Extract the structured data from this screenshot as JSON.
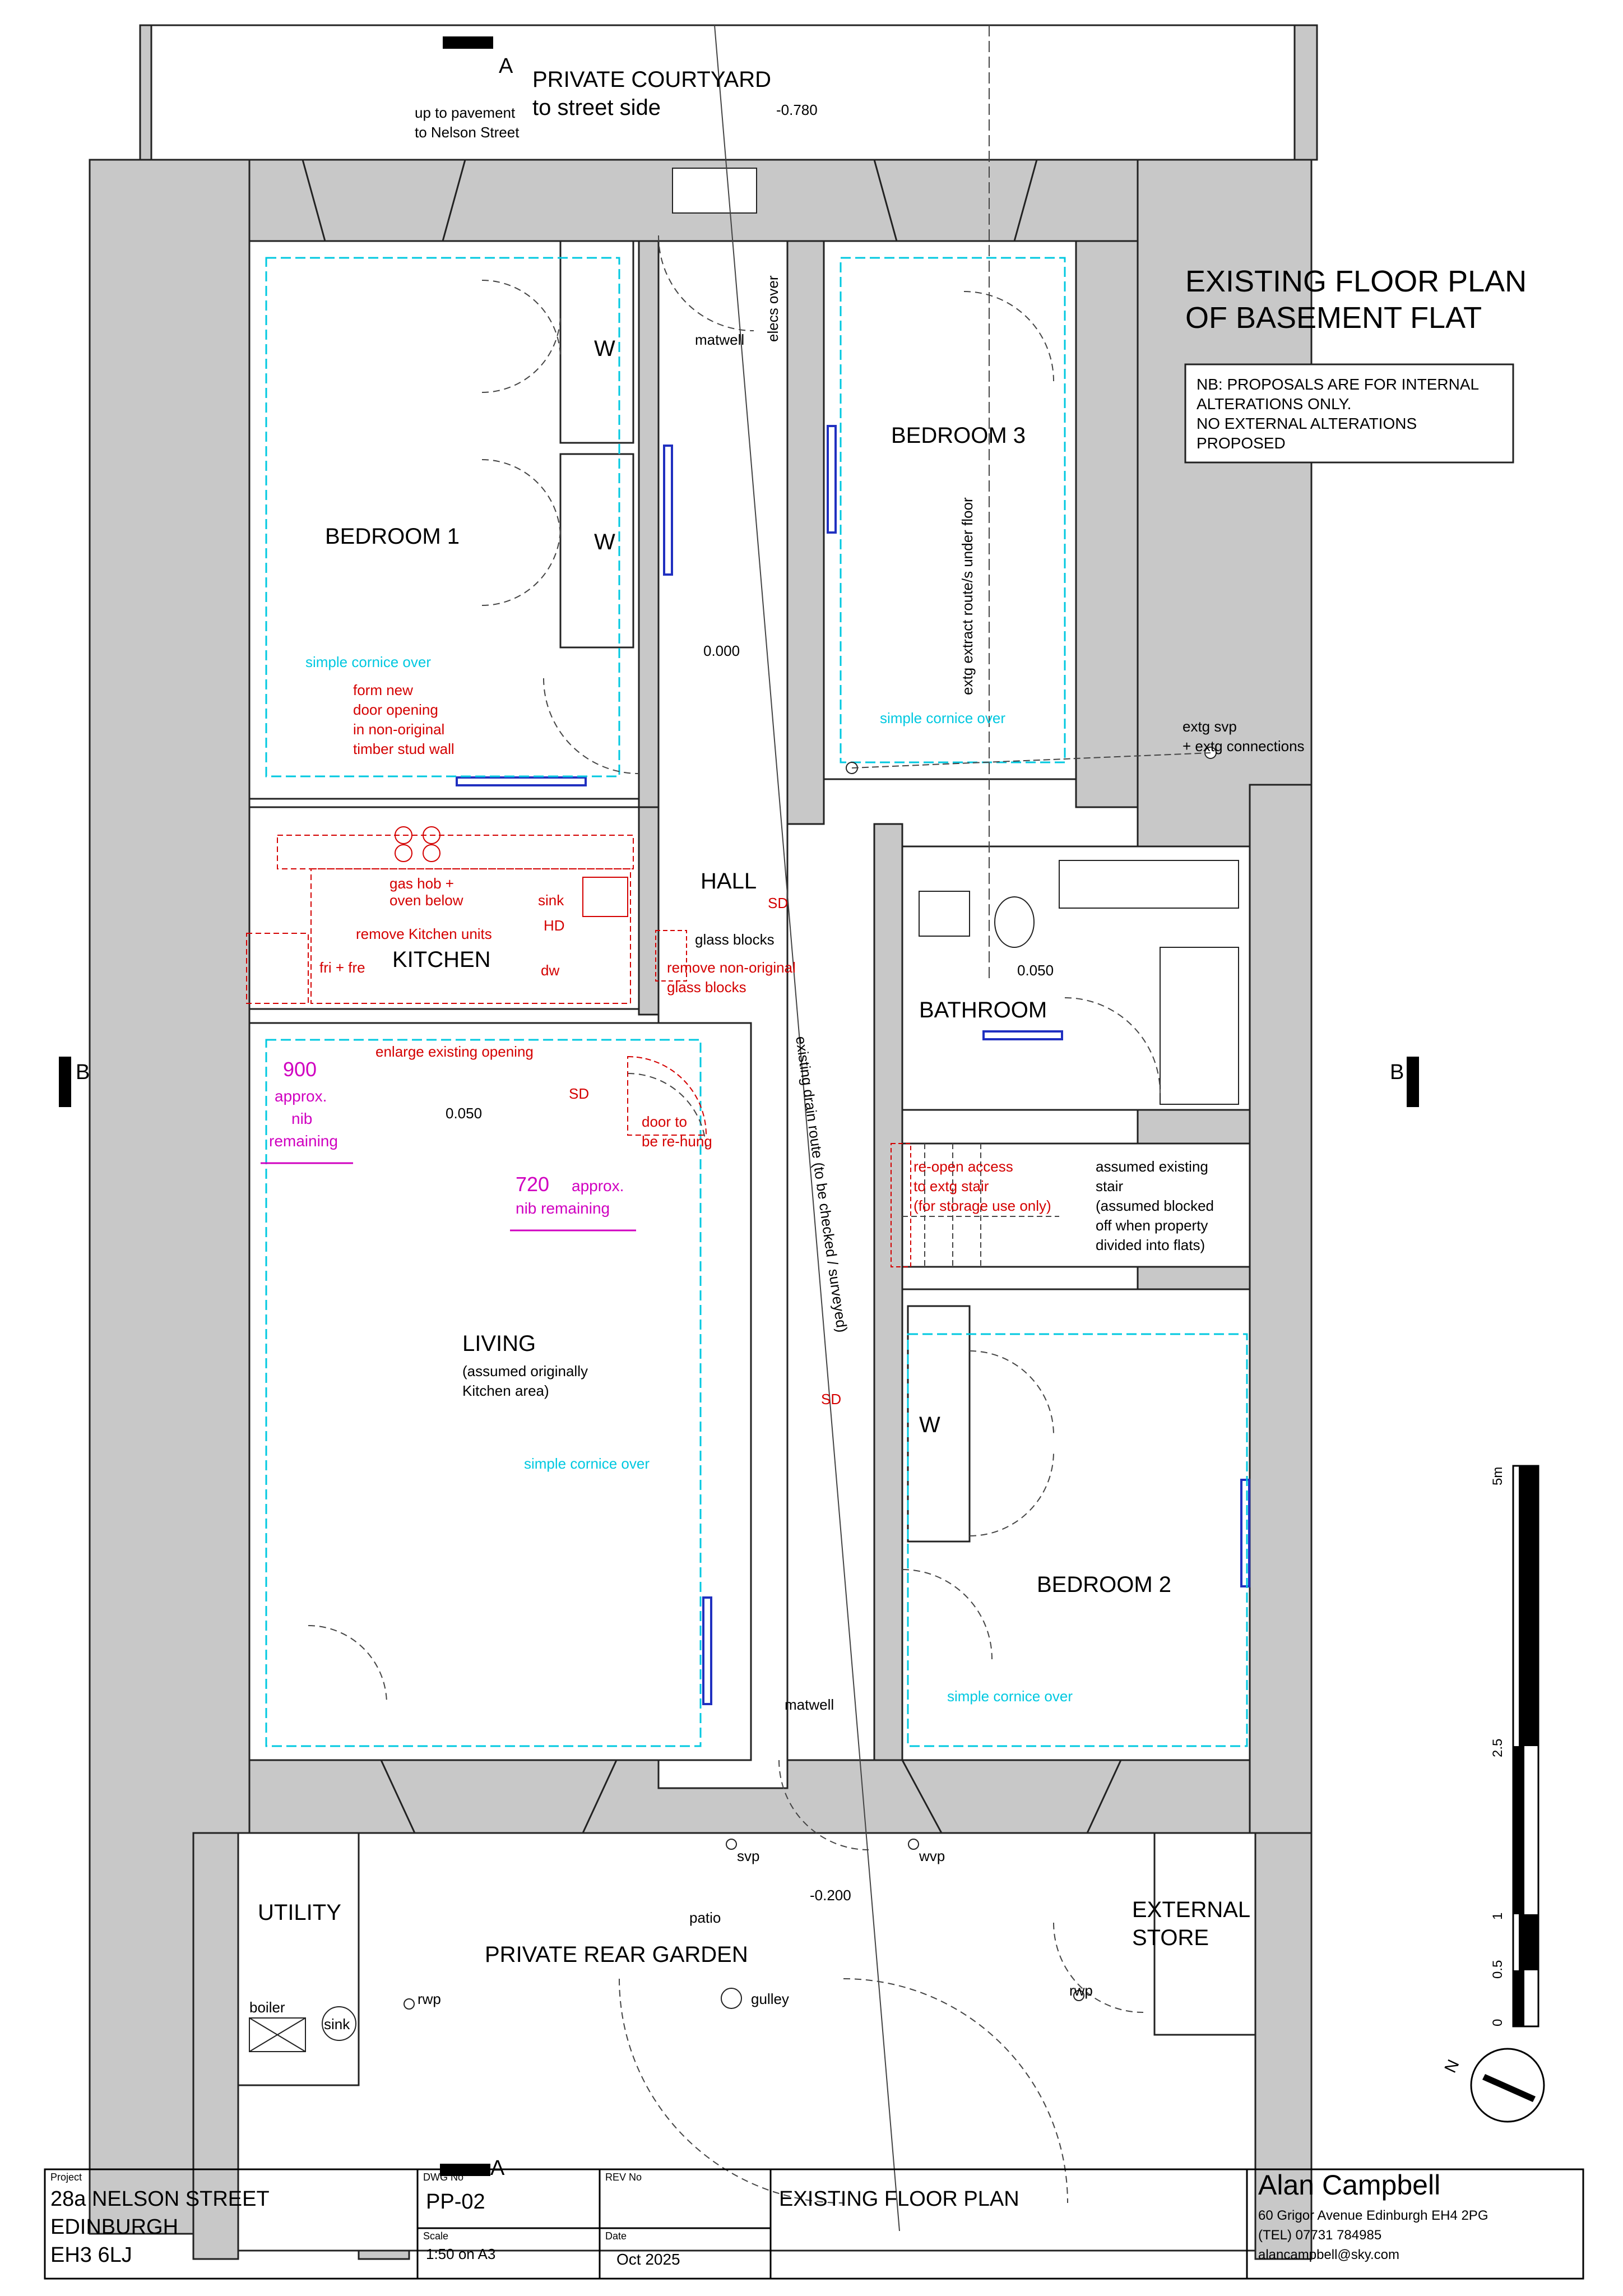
{
  "drawing_title": [
    "EXISTING FLOOR PLAN",
    "OF BASEMENT FLAT"
  ],
  "note": [
    "NB: PROPOSALS ARE FOR INTERNAL",
    "ALTERATIONS ONLY.",
    "NO EXTERNAL ALTERATIONS",
    "PROPOSED"
  ],
  "section_markers": {
    "a": "A",
    "b": "B"
  },
  "rooms": {
    "courtyard": [
      "PRIVATE COURTYARD",
      "to street side"
    ],
    "bedroom1": "BEDROOM 1",
    "bedroom2": "BEDROOM 2",
    "bedroom3": "BEDROOM 3",
    "hall": "HALL",
    "kitchen": "KITCHEN",
    "bathroom": "BATHROOM",
    "living": "LIVING",
    "living_sub": [
      "(assumed originally",
      "Kitchen area)"
    ],
    "utility": "UTILITY",
    "garden": "PRIVATE REAR GARDEN",
    "ext_store": [
      "EXTERNAL",
      "STORE"
    ],
    "wardrobe": "W"
  },
  "labels": {
    "pavement": [
      "up to pavement",
      "to Nelson Street"
    ],
    "lvl_courtyard": "-0.780",
    "lvl_hall": "0.000",
    "lvl_living": "0.050",
    "lvl_bath": "0.050",
    "lvl_patio": "-0.200",
    "matwell": "matwell",
    "elecs": "elecs over",
    "extract": "extg extract route/s under floor",
    "svp_conn": [
      "extg svp",
      "+ extg connections"
    ],
    "glass_blocks": "glass blocks",
    "drain": "existing drain route (to be checked / surveyed)",
    "stair": [
      "assumed existing",
      "stair",
      "(assumed blocked",
      "off when property",
      "divided into flats)"
    ],
    "svp": "svp",
    "wvp": "wvp",
    "patio": "patio",
    "gulley": "gulley",
    "rwp": "rwp",
    "boiler": "boiler",
    "sink": "sink",
    "sd": "SD"
  },
  "red_notes": {
    "door": [
      "form new",
      "door opening",
      "in non-original",
      "timber stud wall"
    ],
    "hob": [
      "gas hob +",
      "oven below"
    ],
    "remove_units": "remove Kitchen units",
    "sink": "sink",
    "hd": "HD",
    "dw": "dw",
    "fri": "fri + fre",
    "glass": [
      "remove non-original",
      "glass blocks"
    ],
    "enlarge": "enlarge existing opening",
    "rehung": [
      "door to",
      "be re-hung"
    ],
    "reopen": [
      "re-open access",
      "to extg stair",
      "(for storage use only)"
    ]
  },
  "cornice": "simple cornice over",
  "dims": {
    "nib900": "900",
    "nib900_sub": [
      "approx.",
      "nib",
      "remaining"
    ],
    "nib720": "720",
    "nib720_a": "approx.",
    "nib720_b": "nib  remaining"
  },
  "scale_bar": {
    "ticks": [
      "0",
      "0.5",
      "1",
      "2.5",
      "5m"
    ]
  },
  "north": "N",
  "title_block": {
    "project_label": "Project",
    "project": [
      "28a NELSON STREET",
      "EDINBURGH",
      "EH3 6LJ"
    ],
    "dwg_label": "DWG No",
    "dwg": "PP-02",
    "rev_label": "REV No",
    "scale_label": "Scale",
    "scale": "1:50 on A3",
    "date_label": "Date",
    "date": "Oct 2025",
    "title": "EXISTING FLOOR PLAN",
    "author": "Alan Campbell",
    "address": "60 Grigor Avenue Edinburgh EH4 2PG",
    "tel": "(TEL) 07731 784985",
    "email": "alancampbell@sky.com"
  },
  "colors": {
    "wall": "#c8c8c8",
    "red": "#d40000",
    "cyan": "#00c8e0",
    "magenta": "#d000c0",
    "blue": "#2030c0"
  }
}
